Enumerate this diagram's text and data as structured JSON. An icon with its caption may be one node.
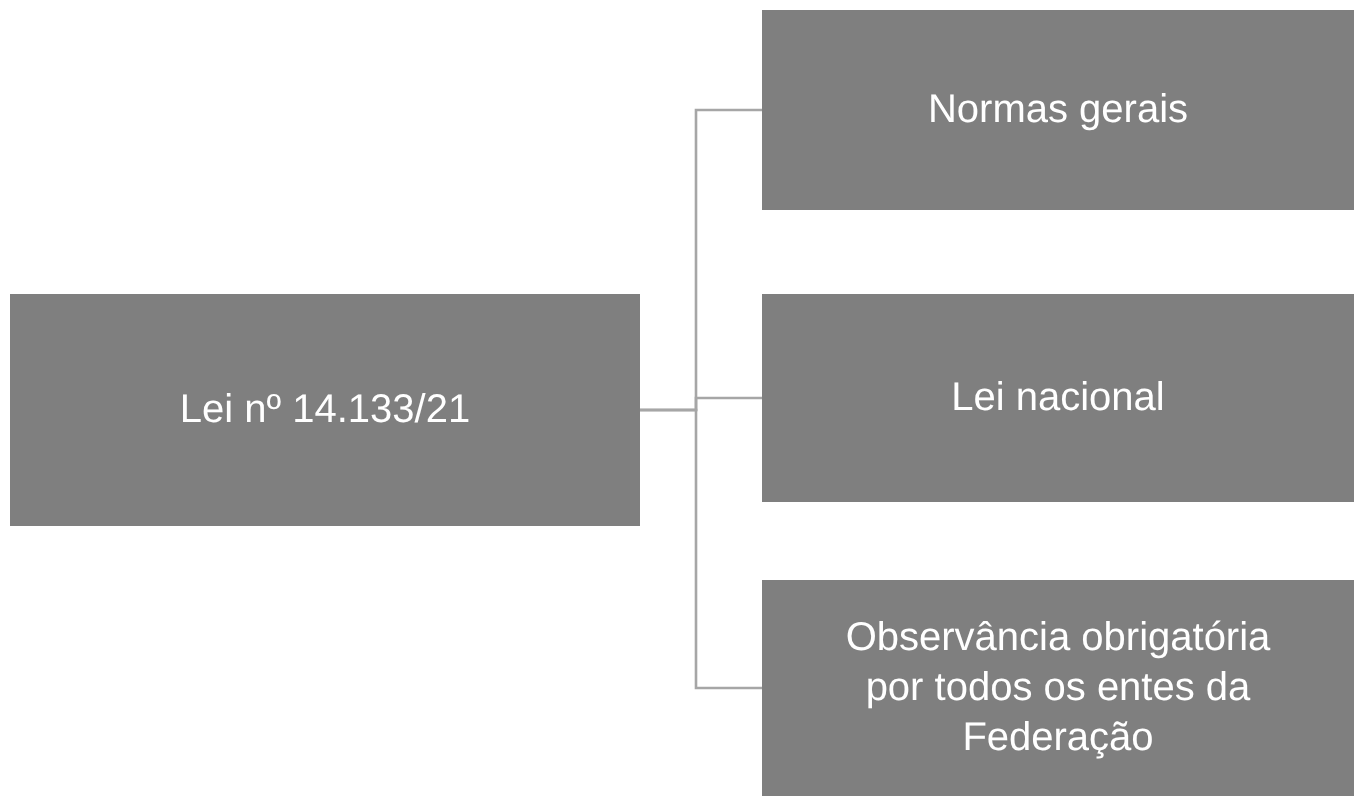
{
  "diagram": {
    "nodes": [
      {
        "text": [
          "Lei nº 14.133/21"
        ]
      },
      {
        "text": [
          "Normas gerais"
        ]
      },
      {
        "text": [
          "Lei nacional"
        ]
      },
      {
        "text": [
          "Observância obrigatória por todos os entes da Federação"
        ]
      }
    ],
    "edges": [
      {
        "from": 0,
        "to": 1,
        "arrow": "none"
      },
      {
        "from": 0,
        "to": 2,
        "arrow": "none"
      },
      {
        "from": 0,
        "to": 3,
        "arrow": "none"
      }
    ]
  }
}
